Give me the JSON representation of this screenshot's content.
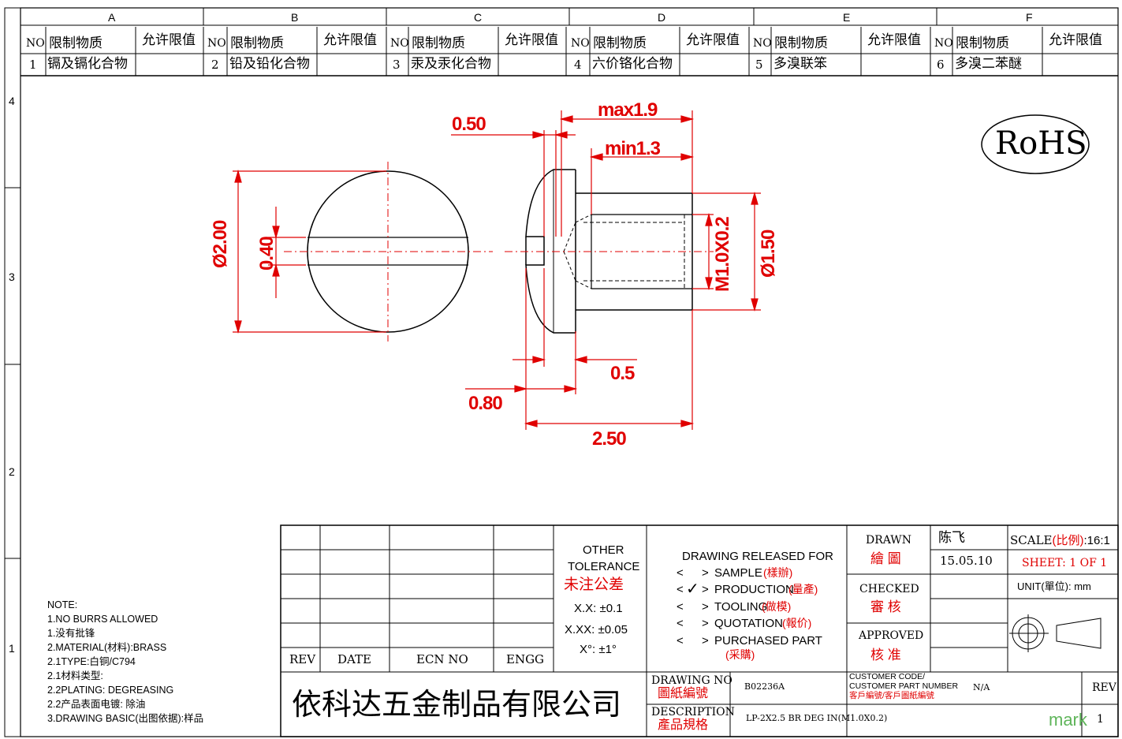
{
  "zones": {
    "columns": [
      "A",
      "B",
      "C",
      "D",
      "E",
      "F"
    ],
    "rows": [
      "4",
      "3",
      "2",
      "1"
    ]
  },
  "restricted_table": {
    "header": {
      "no": "NO",
      "substance": "限制物质",
      "limit": "允许限值"
    },
    "rows": [
      {
        "no": "1",
        "substance": "镉及镉化合物"
      },
      {
        "no": "2",
        "substance": "铅及铅化合物"
      },
      {
        "no": "3",
        "substance": "汞及汞化合物"
      },
      {
        "no": "4",
        "substance": "六价铬化合物"
      },
      {
        "no": "5",
        "substance": "多溴联笨"
      },
      {
        "no": "6",
        "substance": "多溴二苯醚"
      }
    ]
  },
  "rohs": "RoHS",
  "dimensions": {
    "max": "max1.9",
    "min": "min1.3",
    "head_gap": "0.50",
    "dia_head": "Ø2.00",
    "slot": "0.40",
    "thread": "M1.0X0.2",
    "dia_shank": "Ø1.50",
    "head_th": "0.5",
    "head_len": "0.80",
    "total_len": "2.50"
  },
  "notes": [
    "NOTE:",
    "1.NO BURRS ALLOWED",
    "1.没有批锋",
    "2.MATERIAL(材料):BRASS",
    "2.1TYPE:白铜/C794",
    "2.1材料类型:",
    "2.2PLATING: DEGREASING",
    "2.2产品表面电镀: 除油",
    "3.DRAWING BASIC(出图依据):样品"
  ],
  "revision_table": {
    "rev": "REV",
    "date": "DATE",
    "ecn": "ECN NO",
    "engg": "ENGG"
  },
  "company": "依科达五金制品有限公司",
  "tolerance": {
    "title1": "OTHER",
    "title2": "TOLERANCE",
    "title_cn": "未注公差",
    "xx": "X.X: ±0.1",
    "xxx": "X.XX: ±0.05",
    "angle": "X°: ±1°"
  },
  "release": {
    "title": "DRAWING RELEASED FOR",
    "items": [
      {
        "label": "SAMPLE",
        "cn": "(樣辦)",
        "checked": false
      },
      {
        "label": "PRODUCTION",
        "cn": "(量產)",
        "checked": true
      },
      {
        "label": "TOOLING",
        "cn": "(做模)",
        "checked": false
      },
      {
        "label": "QUOTATION",
        "cn": "(報价)",
        "checked": false
      },
      {
        "label": "PURCHASED PART",
        "cn": "(采購)",
        "checked": false
      }
    ]
  },
  "signoff": {
    "drawn": "DRAWN",
    "drawn_cn": "繪 圖",
    "drawn_by": "陈飞",
    "date": "15.05.10",
    "checked": "CHECKED",
    "checked_cn": "審 核",
    "approved": "APPROVED",
    "approved_cn": "核 准"
  },
  "sheet_info": {
    "scale_label": "SCALE",
    "scale_cn": "(比例)",
    "scale_value": ":16:1",
    "sheet": "SHEET:  1 OF 1",
    "unit": "UNIT(單位): mm"
  },
  "drawing_no": {
    "label": "DRAWING NO",
    "label_cn": "圖紙編號",
    "value": "B02236A"
  },
  "customer": {
    "label1": "CUSTOMER CODE/",
    "label2": "CUSTOMER PART NUMBER",
    "label_cn": "客戶編號/客戶圖紙編號",
    "value": "N/A"
  },
  "rev_cell": {
    "label": "REV",
    "value": "1"
  },
  "description": {
    "label": "DESCRIPTION",
    "label_cn": "產品規格",
    "value": "LP-2X2.5 BR DEG IN(M1.0X0.2)"
  },
  "watermark": "mark"
}
